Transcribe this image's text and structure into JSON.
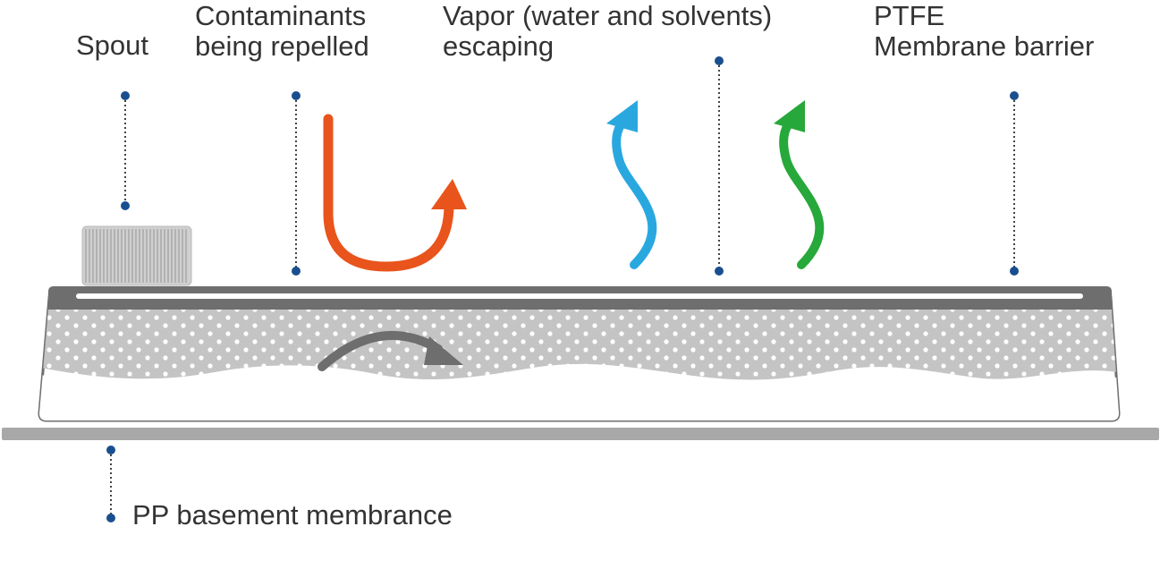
{
  "labels": {
    "spout": "Spout",
    "contaminants": [
      "Contaminants",
      "being repelled"
    ],
    "vapor": [
      "Vapor (water and solvents)",
      "escaping"
    ],
    "ptfe": [
      "PTFE",
      "Membrane barrier"
    ],
    "pp_basement": "PP basement membrance"
  },
  "icons": {
    "contaminant_arrow": "orange-u-turn-arrow",
    "water_vapor_arrow": "blue-wavy-up-arrow",
    "solvent_vapor_arrow": "green-wavy-up-arrow",
    "internal_flow_arrow": "gray-curved-arrow"
  },
  "colors": {
    "text": "#333333",
    "leader_dot": "#1a4f8f",
    "leader_line": "#444444",
    "contaminant_arrow": "#e8541c",
    "water_vapor_arrow": "#29a8e0",
    "solvent_vapor_arrow": "#27a83a",
    "internal_flow_arrow": "#6e6e6e",
    "membrane_top": "#6e6e6e",
    "pore_fill": "#c4c4c4",
    "base_plate": "#a8a8a8"
  }
}
